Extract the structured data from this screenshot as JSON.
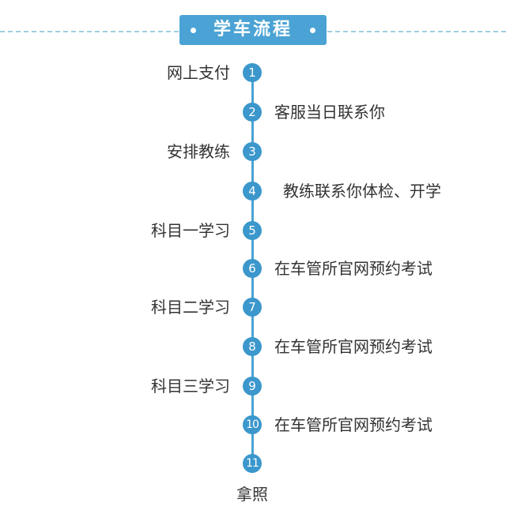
{
  "title": "学车流程",
  "steps": [
    {
      "number": "1",
      "label": "网上支付"
    },
    {
      "number": "2",
      "label": "客服当日联系你"
    },
    {
      "number": "3",
      "label": "安排教练"
    },
    {
      "number": "4",
      "label": "教练联系你体检、开学"
    },
    {
      "number": "5",
      "label": "科目一学习"
    },
    {
      "number": "6",
      "label": "在车管所官网预约考试"
    },
    {
      "number": "7",
      "label": "科目二学习"
    },
    {
      "number": "8",
      "label": "在车管所官网预约考试"
    },
    {
      "number": "9",
      "label": "科目三学习"
    },
    {
      "number": "10",
      "label": "在车管所官网预约考试"
    },
    {
      "number": "11",
      "label": "拿照"
    }
  ],
  "colors": {
    "accent": "#4aa3d4",
    "circle": "#3b97cc",
    "dashed": "#9ecfe0",
    "text": "#333333"
  }
}
